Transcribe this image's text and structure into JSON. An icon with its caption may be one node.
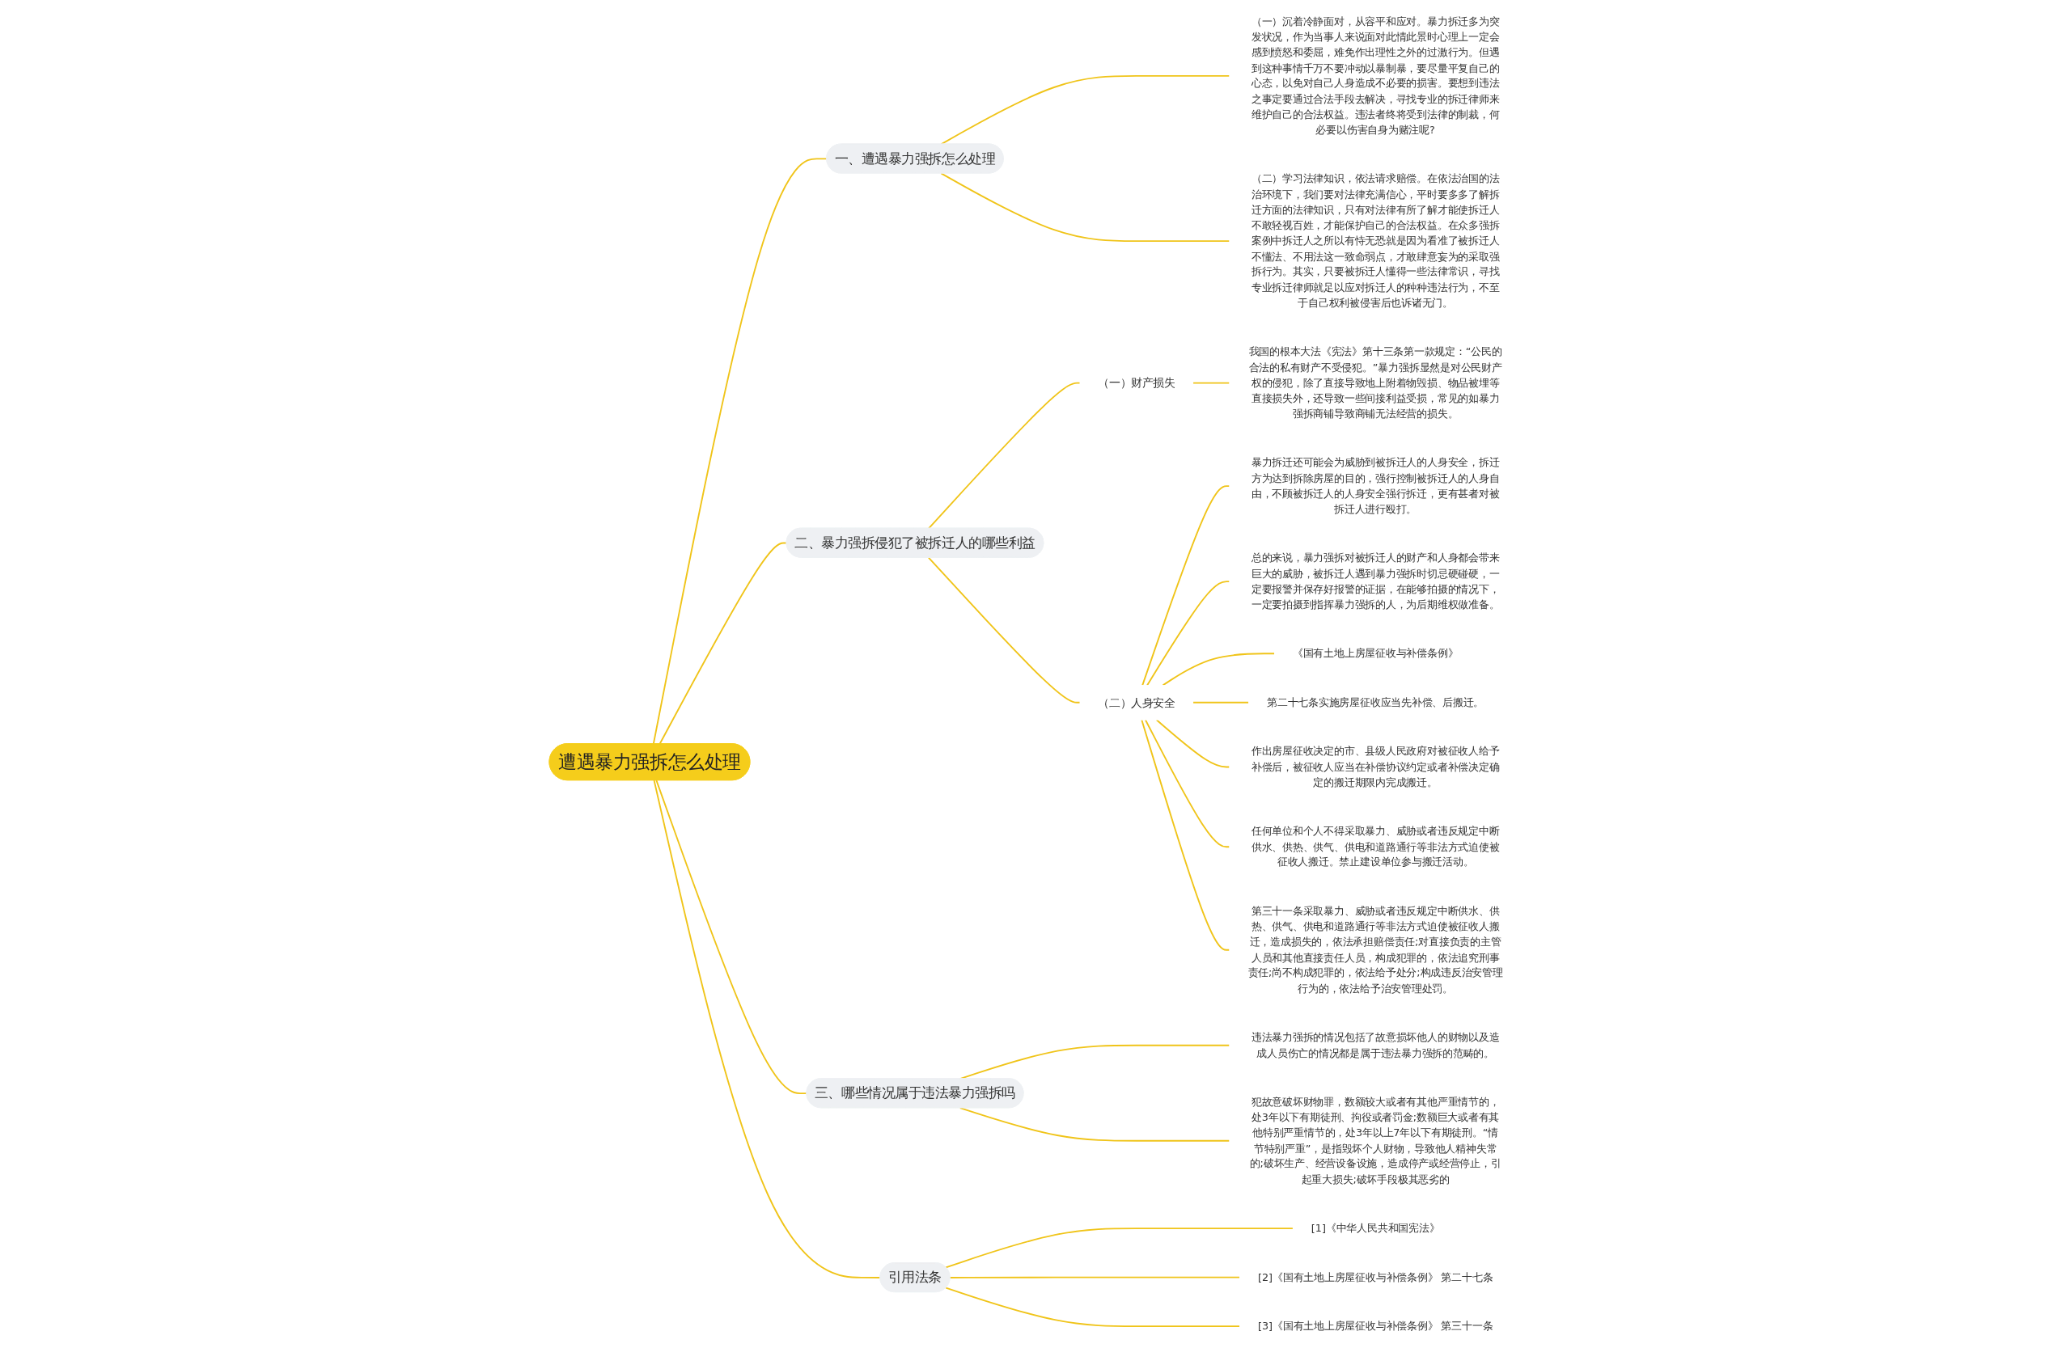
{
  "diagram": {
    "nodes": [
      {
        "text": [
          "遭遇暴力强拆怎么处理"
        ]
      },
      {
        "text": [
          "一、遭遇暴力强拆怎么处理"
        ]
      },
      {
        "text": [
          "（一）沉着冷静面对，从容平和应对。暴力拆迁多为突发状况，作为当事人来说面对此情此景时心理上一定会感到愤怒和委屈，难免作出理性之外的过激行为。但遇到这种事情千万不要冲动以暴制暴，要尽量平复自己的心态，以免对自己人身造成不必要的损害。要想到违法之事定要通过合法手段去解决，寻找专业的拆迁律师来维护自己的合法权益。违法者终将受到法律的制裁，何必要以伤害自身为赌注呢?"
        ]
      },
      {
        "text": [
          "（二）学习法律知识，依法请求赔偿。在依法治国的法治环境下，我们要对法律充满信心，平时要多多了解拆迁方面的法律知识，只有对法律有所了解才能使拆迁人不敢轻视百姓，才能保护自己的合法权益。在众多强拆案例中拆迁人之所以有恃无恐就是因为看准了被拆迁人不懂法、不用法这一致命弱点，才敢肆意妄为的采取强拆行为。其实，只要被拆迁人懂得一些法律常识，寻找专业拆迁律师就足以应对拆迁人的种种违法行为，不至于自己权利被侵害后也诉诸无门。"
        ]
      },
      {
        "text": [
          "二、暴力强拆侵犯了被拆迁人的哪些利益"
        ]
      },
      {
        "text": [
          "（一）财产损失"
        ]
      },
      {
        "text": [
          "我国的根本大法《宪法》第十三条第一款规定：“公民的合法的私有财产不受侵犯。”暴力强拆显然是对公民财产权的侵犯，除了直接导致地上附着物毁损、物品被埋等直接损失外，还导致一些间接利益受损，常见的如暴力强拆商铺导致商铺无法经营的损失。"
        ]
      },
      {
        "text": [
          "（二）人身安全"
        ]
      },
      {
        "text": [
          "暴力拆迁还可能会为威胁到被拆迁人的人身安全，拆迁方为达到拆除房屋的目的，强行控制被拆迁人的人身自由，不顾被拆迁人的人身安全强行拆迁，更有甚者对被拆迁人进行殴打。"
        ]
      },
      {
        "text": [
          "总的来说，暴力强拆对被拆迁人的财产和人身都会带来巨大的威胁，被拆迁人遇到暴力强拆时切忌硬碰硬，一定要报警并保存好报警的证据，在能够拍摄的情况下，一定要拍摄到指挥暴力强拆的人，为后期维权做准备。"
        ]
      },
      {
        "text": [
          "《国有土地上房屋征收与补偿条例》"
        ]
      },
      {
        "text": [
          "第二十七条实施房屋征收应当先补偿、后搬迁。"
        ]
      },
      {
        "text": [
          "作出房屋征收决定的市、县级人民政府对被征收人给予补偿后，被征收人应当在补偿协议约定或者补偿决定确定的搬迁期限内完成搬迁。"
        ]
      },
      {
        "text": [
          "任何单位和个人不得采取暴力、威胁或者违反规定中断供水、供热、供气、供电和道路通行等非法方式迫使被征收人搬迁。禁止建设单位参与搬迁活动。"
        ]
      },
      {
        "text": [
          "第三十一条采取暴力、威胁或者违反规定中断供水、供热、供气、供电和道路通行等非法方式迫使被征收人搬迁，造成损失的，依法承担赔偿责任;对直接负责的主管人员和其他直接责任人员，构成犯罪的，依法追究刑事责任;尚不构成犯罪的，依法给予处分;构成违反治安管理行为的，依法给予治安管理处罚。"
        ]
      },
      {
        "text": [
          "三、哪些情况属于违法暴力强拆吗"
        ]
      },
      {
        "text": [
          "违法暴力强拆的情况包括了故意损坏他人的财物以及造成人员伤亡的情况都是属于违法暴力强拆的范畴的。"
        ]
      },
      {
        "text": [
          "犯故意破坏财物罪，数额较大或者有其他严重情节的，处3年以下有期徒刑、拘役或者罚金;数额巨大或者有其他特别严重情节的，处3年以上7年以下有期徒刑。“情节特别严重”，是指毁坏个人财物，导致他人精神失常的;破坏生产、经营设备设施，造成停产或经营停止，引起重大损失;破坏手段极其恶劣的"
        ]
      },
      {
        "text": [
          "引用法条"
        ]
      },
      {
        "text": [
          "[1]《中华人民共和国宪法》"
        ]
      },
      {
        "text": [
          "[2]《国有土地上房屋征收与补偿条例》 第二十七条"
        ]
      },
      {
        "text": [
          "[3]《国有土地上房屋征收与补偿条例》 第三十一条"
        ]
      }
    ],
    "edges": [
      {
        "from": 0,
        "to": 1,
        "arrow": "none"
      },
      {
        "from": 1,
        "to": 2,
        "arrow": "none"
      },
      {
        "from": 1,
        "to": 3,
        "arrow": "none"
      },
      {
        "from": 0,
        "to": 4,
        "arrow": "none"
      },
      {
        "from": 4,
        "to": 5,
        "arrow": "none"
      },
      {
        "from": 5,
        "to": 6,
        "arrow": "none"
      },
      {
        "from": 4,
        "to": 7,
        "arrow": "none"
      },
      {
        "from": 7,
        "to": 8,
        "arrow": "none"
      },
      {
        "from": 7,
        "to": 9,
        "arrow": "none"
      },
      {
        "from": 7,
        "to": 10,
        "arrow": "none"
      },
      {
        "from": 7,
        "to": 11,
        "arrow": "none"
      },
      {
        "from": 7,
        "to": 12,
        "arrow": "none"
      },
      {
        "from": 7,
        "to": 13,
        "arrow": "none"
      },
      {
        "from": 7,
        "to": 14,
        "arrow": "none"
      },
      {
        "from": 0,
        "to": 15,
        "arrow": "none"
      },
      {
        "from": 15,
        "to": 16,
        "arrow": "none"
      },
      {
        "from": 15,
        "to": 17,
        "arrow": "none"
      },
      {
        "from": 0,
        "to": 18,
        "arrow": "none"
      },
      {
        "from": 18,
        "to": 19,
        "arrow": "none"
      },
      {
        "from": 18,
        "to": 20,
        "arrow": "none"
      },
      {
        "from": 18,
        "to": 21,
        "arrow": "none"
      }
    ]
  }
}
